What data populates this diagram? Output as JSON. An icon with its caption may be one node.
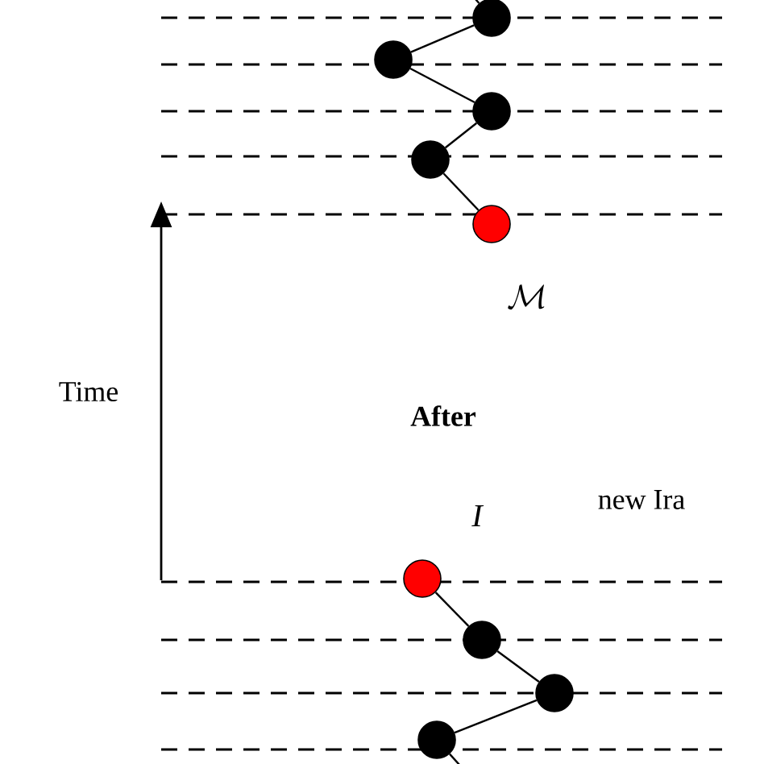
{
  "diagram": {
    "nodes": [
      {
        "text": [],
        "shape": "circle"
      },
      {
        "text": [],
        "shape": "circle"
      },
      {
        "text": [],
        "shape": "circle"
      },
      {
        "text": [],
        "shape": "circle"
      },
      {
        "text": [],
        "shape": "circle",
        "beside": [
          "\\mathcal{M}"
        ]
      },
      {
        "text": [],
        "shape": "circle",
        "beside": [
          "I"
        ]
      },
      {
        "text": [],
        "shape": "circle"
      },
      {
        "text": [],
        "shape": "circle"
      },
      {
        "text": [],
        "shape": "circle"
      }
    ],
    "edges": [
      {
        "from": null,
        "to": 0,
        "arrow": "none"
      },
      {
        "from": 0,
        "to": 1,
        "arrow": "none"
      },
      {
        "from": 1,
        "to": 2,
        "arrow": "none"
      },
      {
        "from": 2,
        "to": 3,
        "arrow": "none"
      },
      {
        "from": 3,
        "to": 4,
        "arrow": "none"
      },
      {
        "from": 5,
        "to": 6,
        "arrow": "none"
      },
      {
        "from": 6,
        "to": 7,
        "arrow": "none"
      },
      {
        "from": 7,
        "to": 8,
        "arrow": "none"
      },
      {
        "from": 8,
        "to": null,
        "arrow": "none"
      }
    ],
    "labels": [
      "Time",
      "After",
      "new Ira"
    ]
  }
}
